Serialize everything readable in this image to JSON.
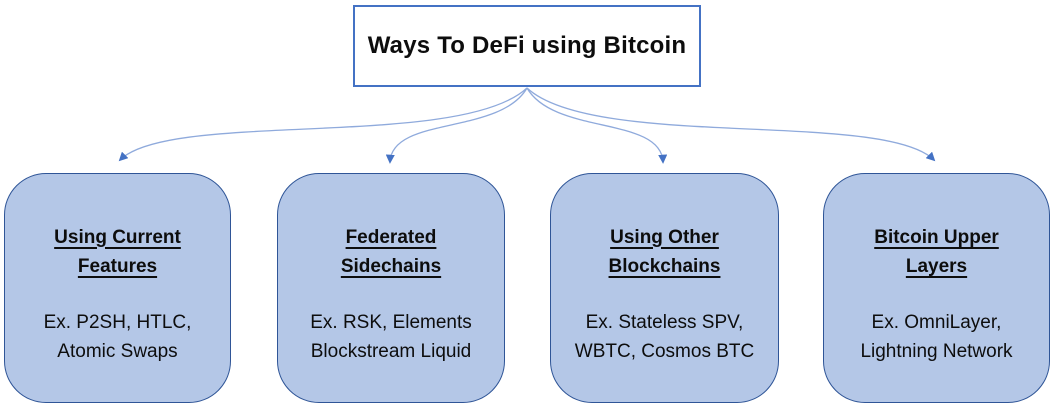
{
  "title": {
    "text": "Ways To DeFi using Bitcoin"
  },
  "boxes": [
    {
      "id": "using-current-features",
      "heading_lines": [
        "Using Current",
        "Features"
      ],
      "example_lines": [
        "Ex. P2SH, HTLC,",
        "Atomic Swaps"
      ]
    },
    {
      "id": "federated-sidechains",
      "heading_lines": [
        "Federated",
        "Sidechains"
      ],
      "example_lines": [
        "Ex. RSK, Elements",
        "Blockstream Liquid"
      ]
    },
    {
      "id": "using-other-blockchains",
      "heading_lines": [
        "Using Other",
        "Blockchains"
      ],
      "example_lines": [
        "Ex. Stateless SPV,",
        "WBTC, Cosmos BTC"
      ]
    },
    {
      "id": "bitcoin-upper-layers",
      "heading_lines": [
        "Bitcoin Upper",
        "Layers"
      ],
      "example_lines": [
        "Ex. OmniLayer,",
        "Lightning Network"
      ]
    }
  ],
  "colors": {
    "background": "#ffffff",
    "title_box_fill": "#ffffff",
    "title_box_border": "#4472C4",
    "category_box_fill": "#B4C7E7",
    "category_box_border": "#2F5597",
    "arrow_line": "#8FAADC",
    "arrow_head": "#4472C4",
    "text": "#0d0d0d"
  }
}
